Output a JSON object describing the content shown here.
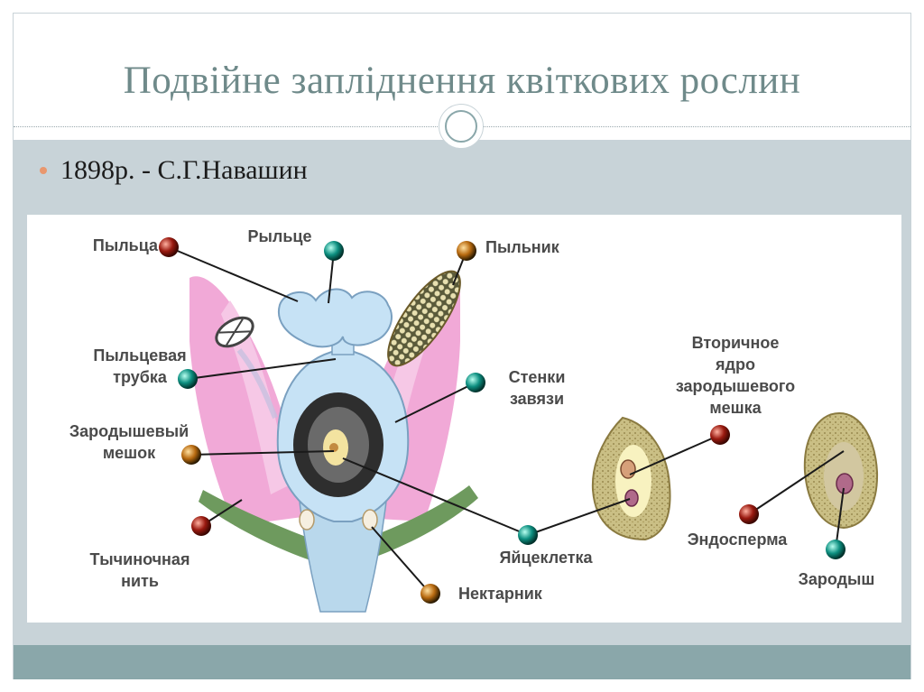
{
  "slide": {
    "title": "Подвійне запліднення квіткових рослин",
    "bullet": "1898р.  - С.Г.Навашин"
  },
  "diagram": {
    "labels": {
      "pyltsa": "Пыльца",
      "ryltse": "Рыльце",
      "pylnik": "Пыльник",
      "pyltsevaya_1": "Пыльцевая",
      "pyltsevaya_2": "трубка",
      "stenki_1": "Стенки",
      "stenki_2": "завязи",
      "zarod_meshok_1": "Зародышевый",
      "zarod_meshok_2": "мешок",
      "vtorichnoe_1": "Вторичное",
      "vtorichnoe_2": "ядро",
      "vtorichnoe_3": "зародышевого",
      "vtorichnoe_4": "мешка",
      "tychinochnaya_1": "Тычиночная",
      "tychinochnaya_2": "нить",
      "yaytsekletka": "Яйцеклетка",
      "endosperma": "Эндосперма",
      "nektarnik": "Нектарник",
      "zarodysh": "Зародыш"
    },
    "colors": {
      "marker_red": "#9a1a10",
      "marker_orange": "#b86a10",
      "marker_teal": "#0d8f80",
      "petal_pink": "#ee9ad0",
      "style_blue": "#c6e2f5",
      "ovule_dark": "#2e2e2e",
      "seed_olive": "#cabf85"
    }
  }
}
